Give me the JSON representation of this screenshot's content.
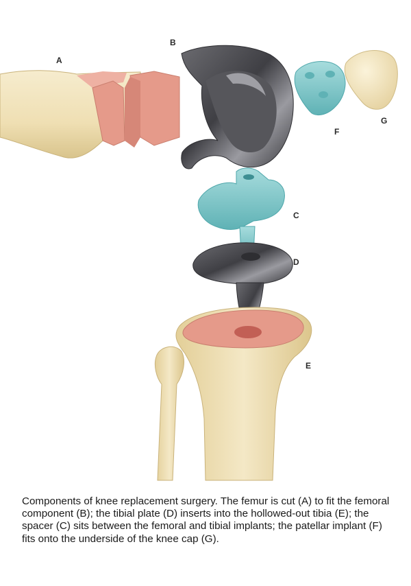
{
  "labels": {
    "a": "A",
    "b": "B",
    "c": "C",
    "d": "D",
    "e": "E",
    "f": "F",
    "g": "G"
  },
  "caption": "Components of knee replacement surgery. The femur is cut (A) to fit the femoral component (B); the tibial plate (D) inserts into the hollowed-out tibia (E); the spacer (C) sits between the femoral and tibial implants; the patellar implant (F) fits onto the underside of the knee cap (G).",
  "colors": {
    "bone": "#f1e3bd",
    "bone_shadow": "#d9c48c",
    "cut_surface": "#e59a8a",
    "metal_dark": "#4a4a4e",
    "metal_light": "#8c8c92",
    "plastic": "#7fc7c9",
    "plastic_dark": "#4fa7ab"
  }
}
